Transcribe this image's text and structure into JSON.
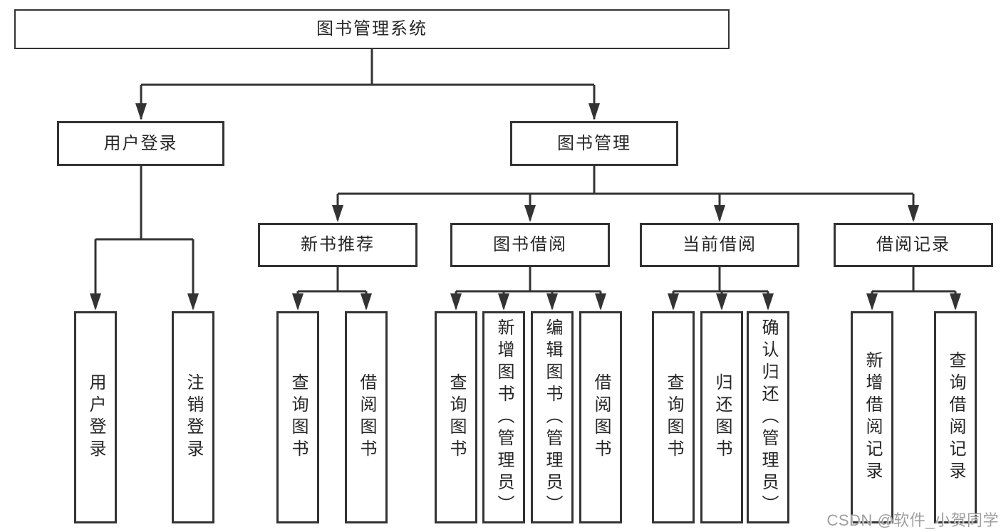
{
  "root": {
    "label": "图书管理系统"
  },
  "level2": {
    "user_login": {
      "label": "用户登录"
    },
    "book_mgmt": {
      "label": "图书管理"
    }
  },
  "level3": {
    "new_books": {
      "label": "新书推荐"
    },
    "book_borrow": {
      "label": "图书借阅"
    },
    "current_borrow": {
      "label": "当前借阅"
    },
    "borrow_records": {
      "label": "借阅记录"
    }
  },
  "leaves": {
    "user_login": "用户登录",
    "logout": "注销登录",
    "nb_query": "查询图书",
    "nb_borrow": "借阅图书",
    "bb_query": "查询图书",
    "bb_add": "新增图书（管理员）",
    "bb_edit": "编辑图书（管理员）",
    "bb_borrow": "借阅图书",
    "cb_query": "查询图书",
    "cb_return": "归还图书",
    "cb_confirm": "确认归还（管理员）",
    "br_add": "新增借阅记录",
    "br_query": "查询借阅记录"
  },
  "watermark": {
    "text": "CSDN @软件_小贺同学"
  },
  "colors": {
    "line": "#333333",
    "box_border": "#333333",
    "text": "#262626",
    "watermark": "#9f9f9f",
    "background": "#ffffff"
  }
}
